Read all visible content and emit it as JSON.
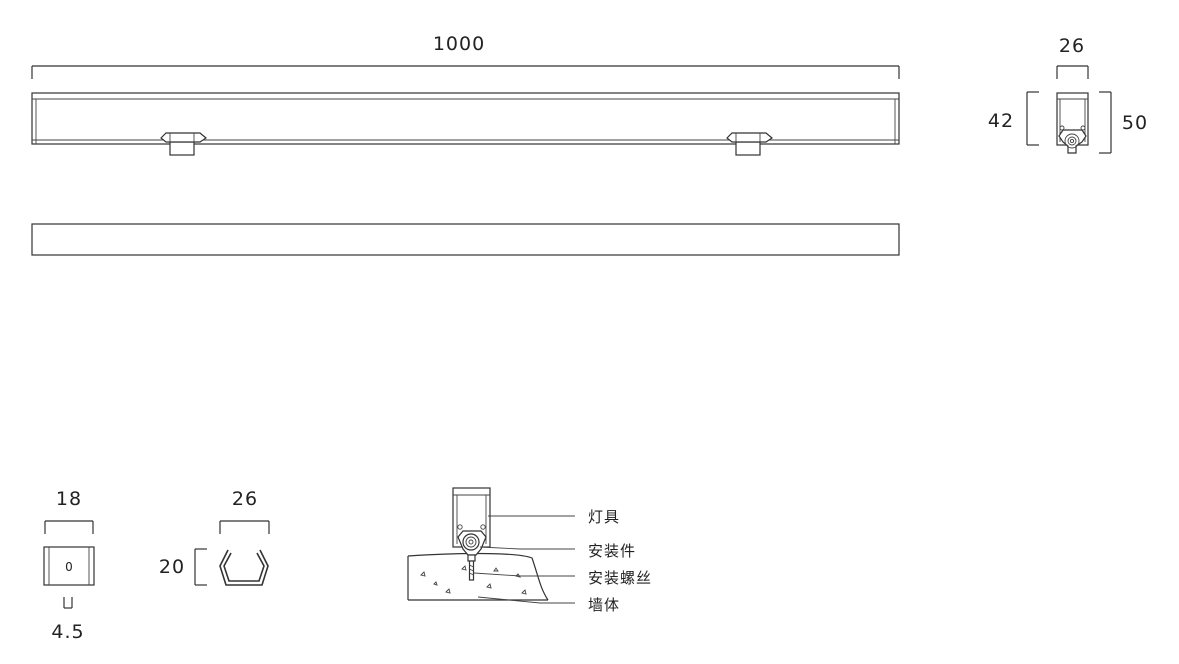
{
  "dimensions": {
    "length": "1000",
    "end_width": "26",
    "end_height_inner": "42",
    "end_height_outer": "50",
    "clip_width": "18",
    "clip_thickness": "4.5",
    "bracket_width": "26",
    "bracket_height": "20"
  },
  "clip_marking": "0",
  "legend": {
    "fixture": "灯具",
    "mount": "安装件",
    "screw": "安装螺丝",
    "wall": "墙体"
  },
  "colors": {
    "line": "#333333",
    "background": "#ffffff"
  }
}
